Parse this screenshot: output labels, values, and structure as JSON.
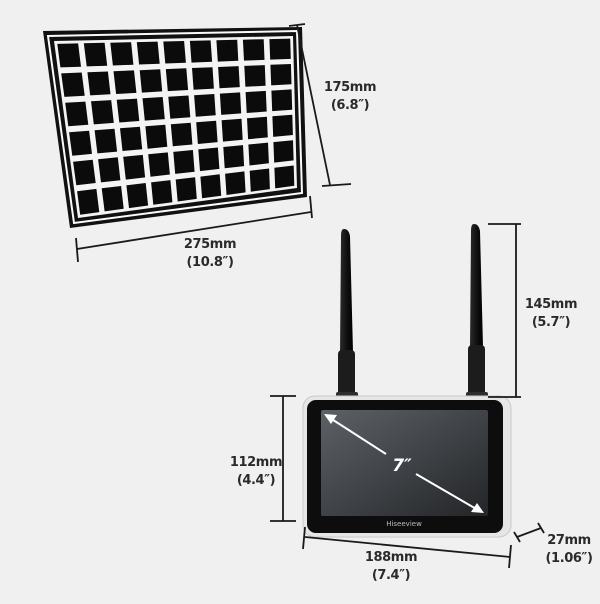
{
  "solar_panel": {
    "height_label": "175mm",
    "height_label_in": "(6.8″)",
    "width_label": "275mm",
    "width_label_in": "(10.8″)",
    "cell_columns": 9,
    "cell_rows": 6
  },
  "monitor": {
    "antenna_height_label": "145mm",
    "antenna_height_label_in": "(5.7″)",
    "height_label": "112mm",
    "height_label_in": "(4.4″)",
    "width_label": "188mm",
    "width_label_in": "(7.4″)",
    "depth_label": "27mm",
    "depth_label_in": "(1.06″)",
    "screen_size_label": "7″",
    "brand_label": "Hiseeview"
  },
  "colors": {
    "background": "#f0f0f0",
    "dimension_line": "#1a1a1a",
    "panel_frame": "#111111",
    "panel_cell": "#0b0b0b",
    "panel_grid": "#ffffff",
    "screen": "#3c3f42",
    "bezel": "#0d0d0d",
    "housing": "#e6e6e6"
  }
}
